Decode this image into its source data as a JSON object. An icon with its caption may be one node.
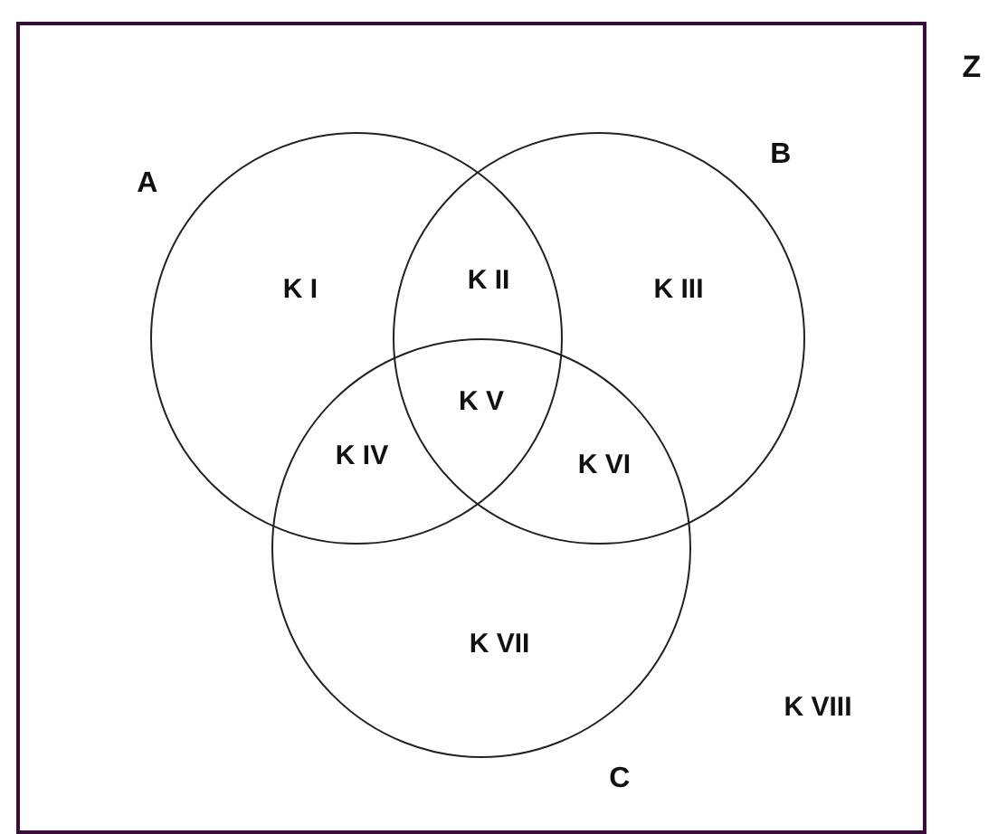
{
  "diagram": {
    "nodes": [
      {
        "text": [
          "Z"
        ]
      },
      {
        "text": [
          "A"
        ],
        "in": 0
      },
      {
        "text": [
          "B"
        ],
        "in": 0
      },
      {
        "text": [
          "C"
        ],
        "in": 0
      }
    ],
    "labels": [
      "K I",
      "K II",
      "K III",
      "K V",
      "K IV",
      "K VI",
      "K VII",
      "K VIII"
    ]
  }
}
